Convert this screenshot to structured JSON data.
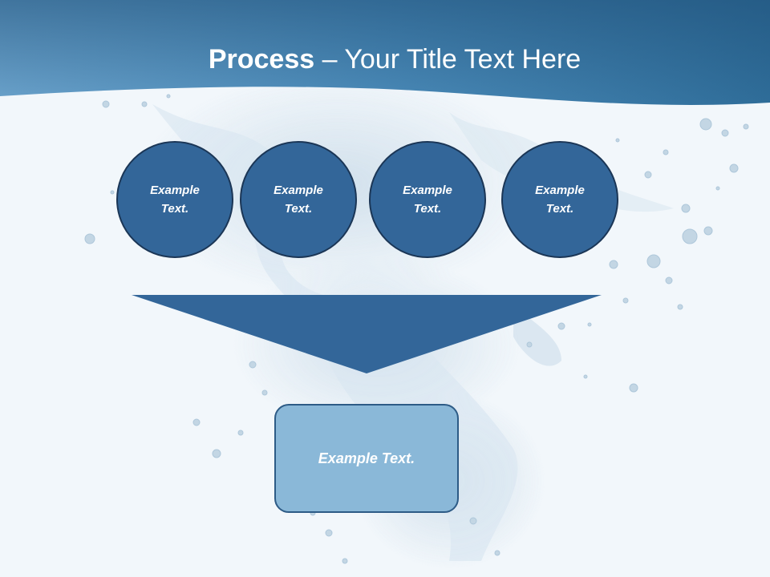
{
  "title": {
    "bold": "Process",
    "rest": " – Your Title Text Here"
  },
  "process_steps": [
    {
      "text": "Example Text."
    },
    {
      "text": "Example Text."
    },
    {
      "text": "Example Text."
    },
    {
      "text": "Example Text."
    }
  ],
  "result": {
    "text": "Example Text."
  },
  "colors": {
    "header_top": "#2f6d99",
    "header_light": "#5d9ac4",
    "circle_fill": "#336699",
    "circle_border": "#1b3656",
    "arrow_fill": "#336699",
    "result_fill": "#8ab8d8",
    "result_border": "#2d5b86",
    "background": "#f2f7fb"
  },
  "background_image": "water-splash"
}
